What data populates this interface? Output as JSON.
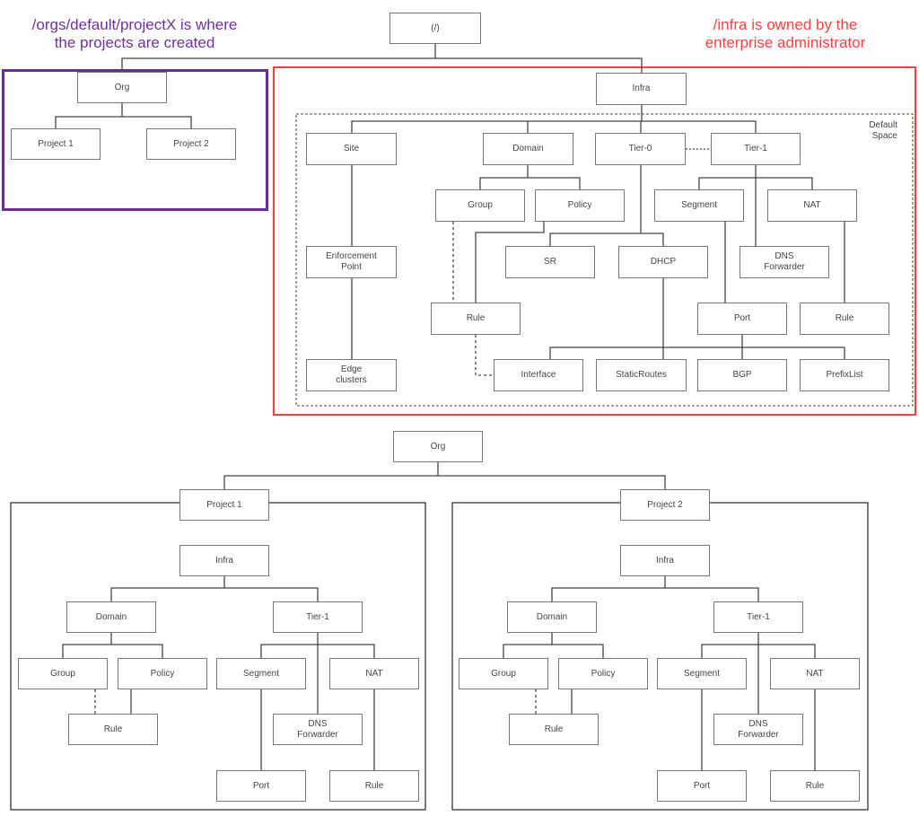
{
  "annotations": {
    "orgs_note": "/orgs/default/projectX is where\nthe projects are created",
    "infra_note": "/infra is owned by the\nenterprise administrator",
    "default_space_label": "Default\nSpace"
  },
  "colors": {
    "orgs_note": "#7030a0",
    "infra_note": "#ff4040",
    "box_border": "#777777",
    "line": "#444444"
  },
  "nodes": {
    "root": "(/)",
    "org": "Org",
    "org_p1": "Project 1",
    "org_p2": "Project 2",
    "infra": "Infra",
    "site": "Site",
    "domain": "Domain",
    "tier0": "Tier-0",
    "tier1": "Tier-1",
    "group": "Group",
    "policy": "Policy",
    "segment": "Segment",
    "nat": "NAT",
    "ep": "Enforcement\nPoint",
    "sr": "SR",
    "dhcp": "DHCP",
    "dns": "DNS\nForwarder",
    "rule": "Rule",
    "port": "Port",
    "rule2": "Rule",
    "edge": "Edge\nclusters",
    "iface": "Interface",
    "static": "StaticRoutes",
    "bgp": "BGP",
    "prefix": "PrefixList",
    "b_org": "Org",
    "b_p1": "Project 1",
    "b_p2": "Project 2"
  },
  "project_subtree": {
    "infra": "Infra",
    "domain": "Domain",
    "tier1": "Tier-1",
    "group": "Group",
    "policy": "Policy",
    "segment": "Segment",
    "nat": "NAT",
    "rule": "Rule",
    "dns": "DNS\nForwarder",
    "port": "Port",
    "rule2": "Rule"
  }
}
